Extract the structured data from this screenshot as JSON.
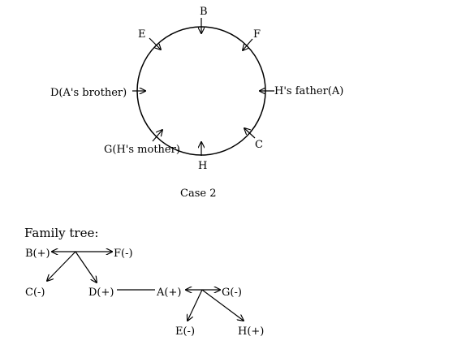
{
  "seating": {
    "B": "B",
    "F": "F",
    "A": "H's father(A)",
    "C": "C",
    "H": "H",
    "G": "G(H's mother)",
    "D": "D(A's brother)",
    "E": "E",
    "caption": "Case 2"
  },
  "tree": {
    "title": "Family tree:",
    "B": "B(+)",
    "F": "F(-)",
    "C": "C(-)",
    "D": "D(+)",
    "A": "A(+)",
    "G": "G(-)",
    "E": "E(-)",
    "H": "H(+)"
  }
}
